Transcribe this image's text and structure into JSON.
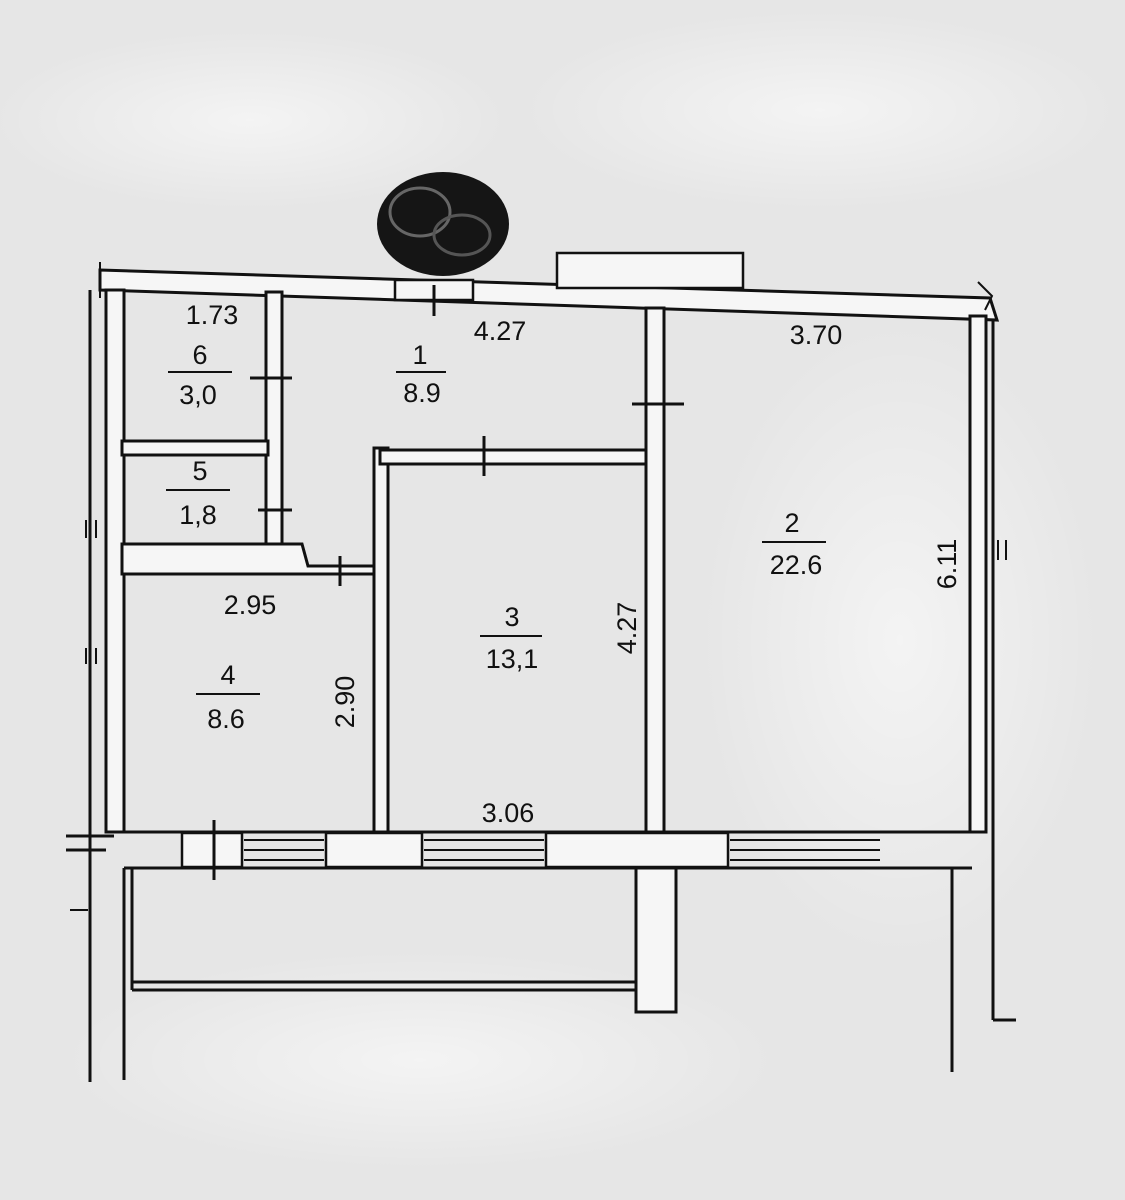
{
  "rooms": [
    {
      "number": "1",
      "area": "8.9"
    },
    {
      "number": "2",
      "area": "22.6"
    },
    {
      "number": "3",
      "area": "13,1"
    },
    {
      "number": "4",
      "area": "8.6"
    },
    {
      "number": "5",
      "area": "1,8"
    },
    {
      "number": "6",
      "area": "3,0"
    }
  ],
  "dimensions": {
    "room6_width": "1.73",
    "corridor_width": "4.27",
    "room2_width": "3.70",
    "room2_length": "6.11",
    "room3_length": "4.27",
    "room3_width": "3.06",
    "room4_width": "2.95",
    "room4_length": "2.90"
  },
  "colors": {
    "ink": "#111111",
    "paper": "#e9e9e9"
  }
}
